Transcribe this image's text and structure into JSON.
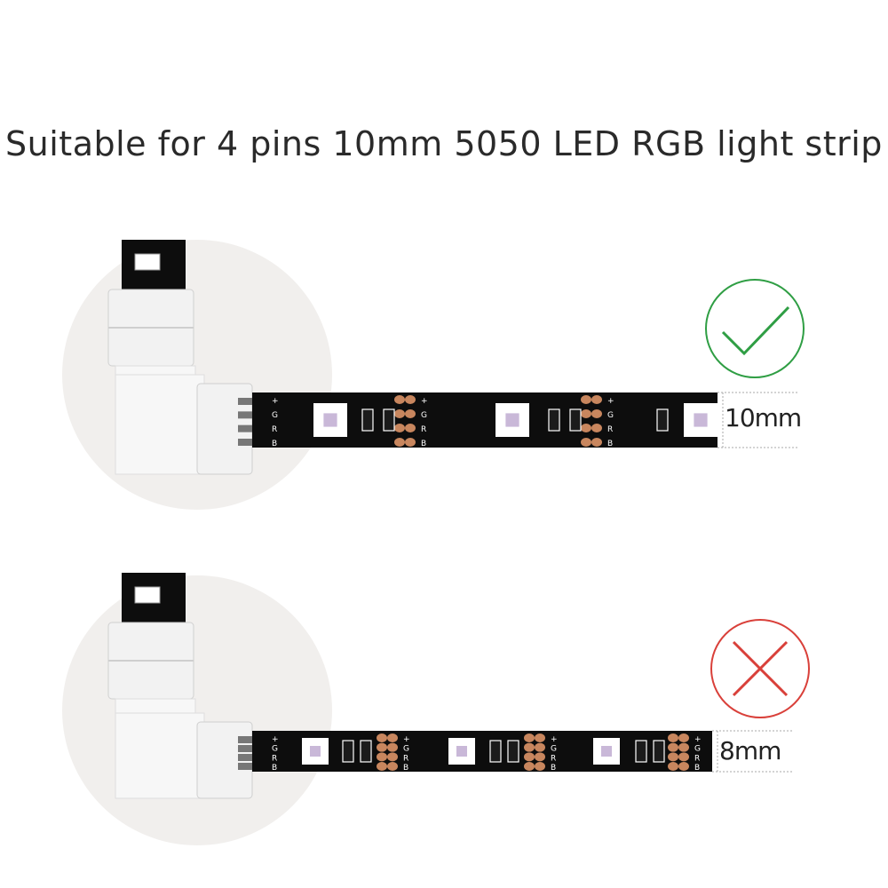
{
  "title": "Suitable for 4 pins 10mm 5050 LED RGB light strip",
  "figures": [
    {
      "width_label": "10mm",
      "status": "suitable",
      "status_icon": "check-icon",
      "status_color": "#2f9e44"
    },
    {
      "width_label": "8mm",
      "status": "not-suitable",
      "status_icon": "cross-icon",
      "status_color": "#d9403a"
    }
  ],
  "pin_labels": [
    "+",
    "G",
    "R",
    "B"
  ],
  "colors": {
    "strip": "#0d0d0d",
    "copper": "#c8865e",
    "connector": "#f2f2f2",
    "circle_bg": "#f1efed"
  }
}
